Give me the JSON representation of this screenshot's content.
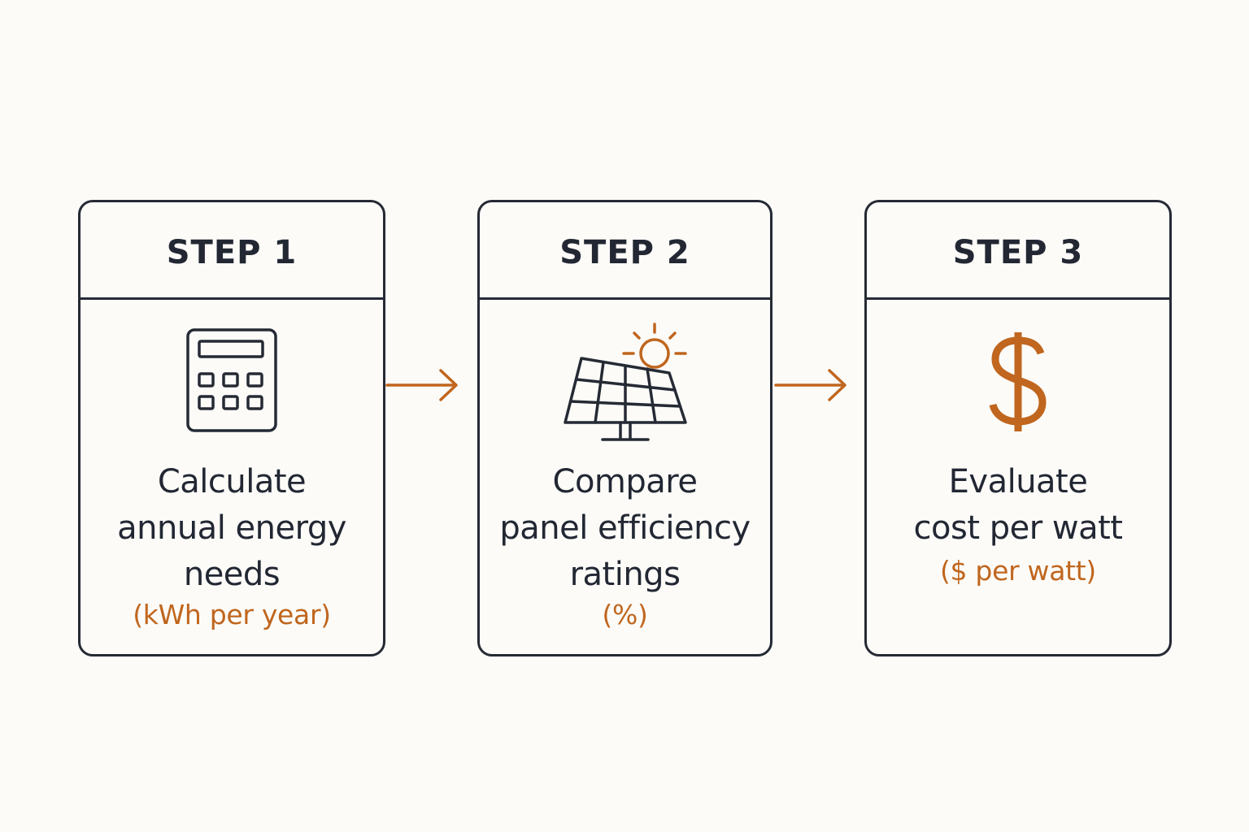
{
  "steps": [
    {
      "label": "STEP 1",
      "icon": "calculator-icon",
      "description": "Calculate\nannual energy\nneeds",
      "unit": "(kWh per year)"
    },
    {
      "label": "STEP 2",
      "icon": "solar-panel-icon",
      "description": "Compare\npanel efficiency\nratings",
      "unit": "(%)"
    },
    {
      "label": "STEP 3",
      "icon": "dollar-icon",
      "description": "Evaluate\ncost per watt",
      "unit": "($ per watt)"
    }
  ],
  "colors": {
    "text": "#222733",
    "border": "#252a34",
    "accent": "#c0661e",
    "background": "#fcfbf8"
  }
}
